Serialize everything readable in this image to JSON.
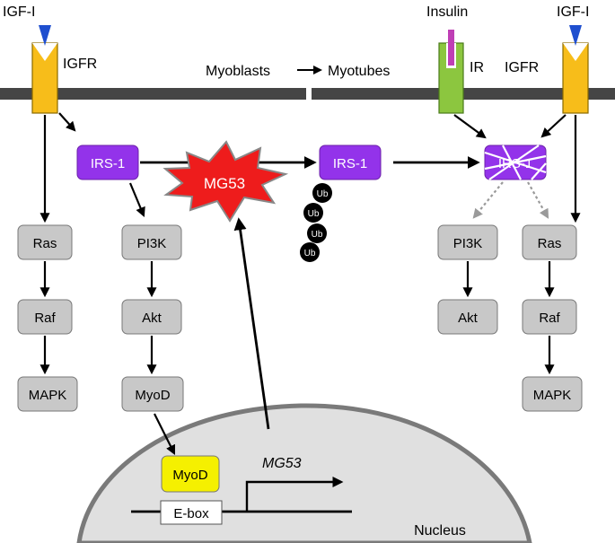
{
  "receptors": {
    "igf_left": "IGF-I",
    "igfr_left": "IGFR",
    "insulin": "Insulin",
    "ir": "IR",
    "igfr_right": "IGFR",
    "igf_right": "IGF-I"
  },
  "transition": {
    "from": "Myoblasts",
    "to": "Myotubes"
  },
  "nodes": {
    "irs1_left": "IRS-1",
    "irs1_mid": "IRS-1",
    "irs1_right": "IRS-1",
    "mg53": "MG53",
    "ras_left": "Ras",
    "raf_left": "Raf",
    "mapk_left": "MAPK",
    "pi3k_left": "PI3K",
    "akt_left": "Akt",
    "myod_left": "MyoD",
    "pi3k_right": "PI3K",
    "akt_right": "Akt",
    "ras_right": "Ras",
    "raf_right": "Raf",
    "mapk_right": "MAPK"
  },
  "ubiquitin": [
    "Ub",
    "Ub",
    "Ub",
    "Ub"
  ],
  "nucleus": {
    "label": "Nucleus",
    "myod": "MyoD",
    "ebox": "E-box",
    "gene": "MG53"
  },
  "colors": {
    "membrane": "#454545",
    "igfr": "#f7bd1a",
    "ir": "#8cc63f",
    "insulin_ligand": "#bf3fb5",
    "igf_ligand": "#1f4fcf",
    "irs1": "#9333ea",
    "mg53": "#ee1c1c",
    "gray_box": "#c8c8c8",
    "myod_nucleus": "#f5f000",
    "nucleus_fill": "#e0e0e0",
    "dotted_arrow": "#9a9a9a"
  }
}
